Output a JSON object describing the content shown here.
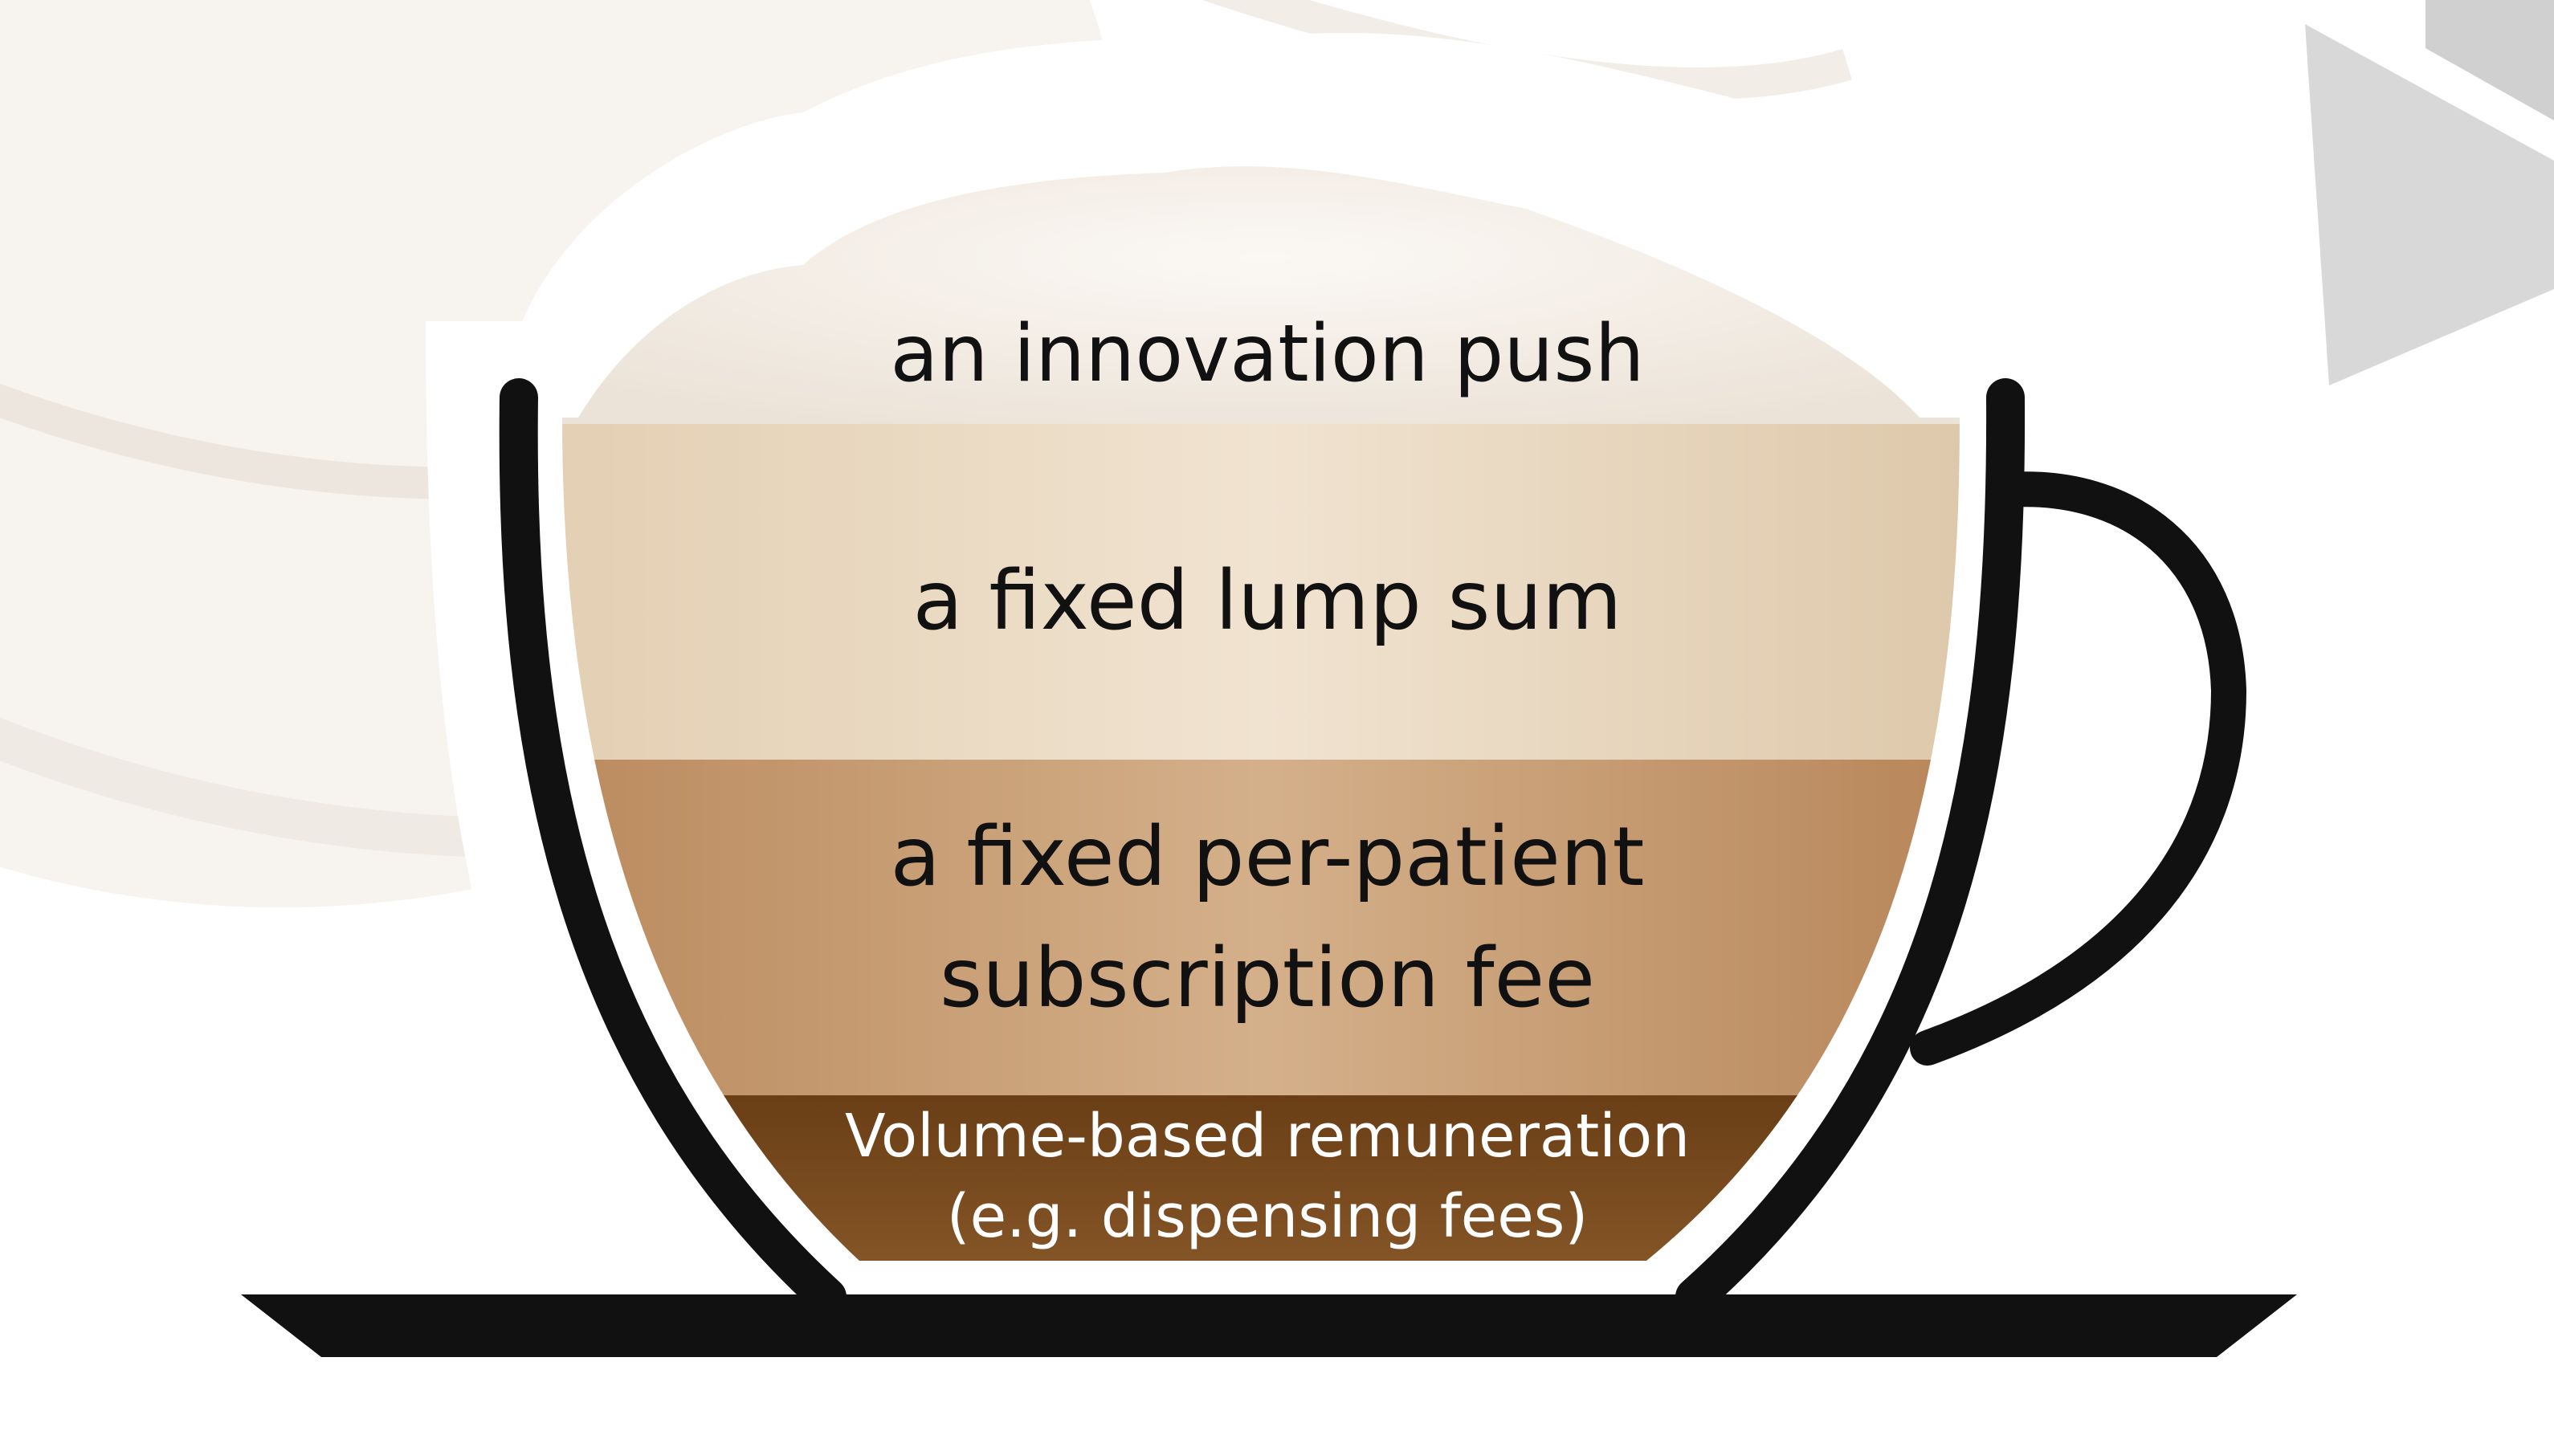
{
  "layers": [
    {
      "id": "foam",
      "label": "an innovation push",
      "text_color": "#111111"
    },
    {
      "id": "light",
      "label": "a fixed lump sum",
      "text_color": "#111111"
    },
    {
      "id": "medium",
      "label": "a fixed per-patient subscription fee",
      "line1": "a fixed per-patient",
      "line2": "subscription fee",
      "text_color": "#111111"
    },
    {
      "id": "dark",
      "label": "Volume-based remuneration (e.g. dispensing fees)",
      "line1": "Volume-based remuneration",
      "line2": "(e.g. dispensing fees)",
      "text_color": "#ffffff"
    }
  ],
  "colors": {
    "background": "#ffffff",
    "outline": "#111111",
    "foam": "#f4efe9",
    "light": "#e6d3b8",
    "medium": "#c79d73",
    "dark": "#7a4a1e",
    "grey_shapes": "#d8d8d8"
  }
}
